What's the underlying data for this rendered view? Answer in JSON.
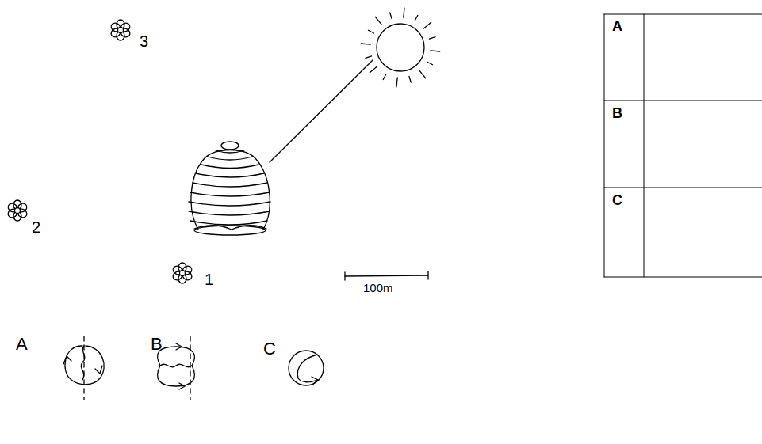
{
  "diagram": {
    "labels": [
      "3",
      "2",
      "1",
      "100m",
      "A",
      "B",
      "C",
      "A",
      "B",
      "C"
    ]
  }
}
